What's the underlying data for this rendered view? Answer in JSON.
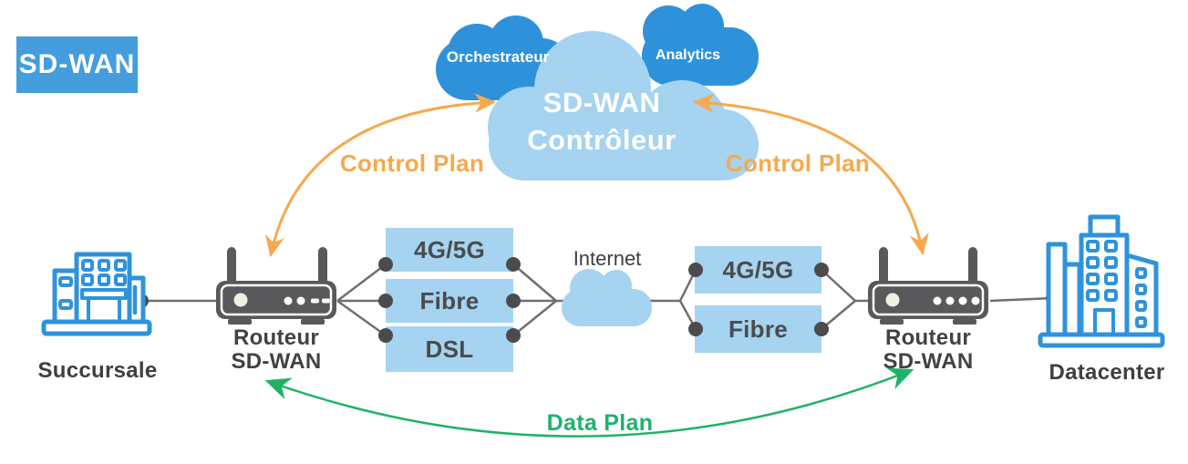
{
  "title_badge": "SD-WAN",
  "controller": {
    "orchestrator": "Orchestrateur",
    "analytics": "Analytics",
    "cloud_line1": "SD-WAN",
    "cloud_line2": "Contrôleur"
  },
  "planes": {
    "control_left": "Control Plan",
    "control_right": "Control Plan",
    "data": "Data Plan"
  },
  "internet_label": "Internet",
  "links_left": [
    "4G/5G",
    "Fibre",
    "DSL"
  ],
  "links_right": [
    "4G/5G",
    "Fibre"
  ],
  "left_site": {
    "name": "Succursale",
    "router": [
      "Routeur",
      "SD-WAN"
    ]
  },
  "right_site": {
    "name": "Datacenter",
    "router": [
      "Routeur",
      "SD-WAN"
    ]
  },
  "colors": {
    "badge_blue": "#449DDC",
    "cloud_dark_blue": "#2E92DB",
    "cloud_light_blue": "#A5D3F0",
    "control_plane_orange": "#F6A94D",
    "data_plane_green": "#1EB269",
    "line_gray": "#6E6F71",
    "dot_gray": "#4B4B4D",
    "device_gray": "#59595B",
    "building_blue": "#2E93DC"
  }
}
